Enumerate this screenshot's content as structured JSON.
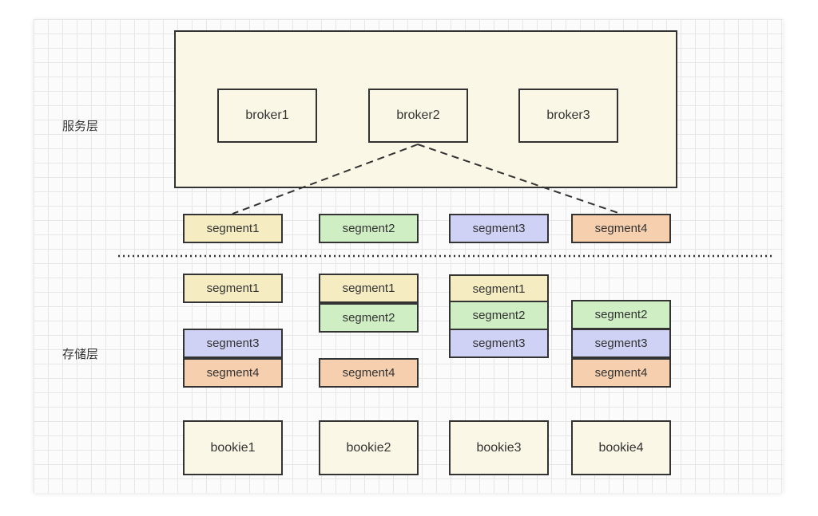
{
  "layers": {
    "service": "服务层",
    "storage": "存储层"
  },
  "brokers": [
    "broker1",
    "broker2",
    "broker3"
  ],
  "service_segments": [
    "segment1",
    "segment2",
    "segment3",
    "segment4"
  ],
  "bookies": [
    {
      "name": "bookie1",
      "segments": [
        "segment1",
        "segment3",
        "segment4"
      ]
    },
    {
      "name": "bookie2",
      "segments": [
        "segment1",
        "segment2",
        "segment4"
      ]
    },
    {
      "name": "bookie3",
      "segments": [
        "segment1",
        "segment2",
        "segment3"
      ]
    },
    {
      "name": "bookie4",
      "segments": [
        "segment2",
        "segment3",
        "segment4"
      ]
    }
  ],
  "colors": {
    "segment1": "#f5ecc2",
    "segment2": "#cfeec3",
    "segment3": "#cfd2f4",
    "segment4": "#f6cfae",
    "box_fill": "#fbf7e6",
    "stroke": "#333333"
  }
}
